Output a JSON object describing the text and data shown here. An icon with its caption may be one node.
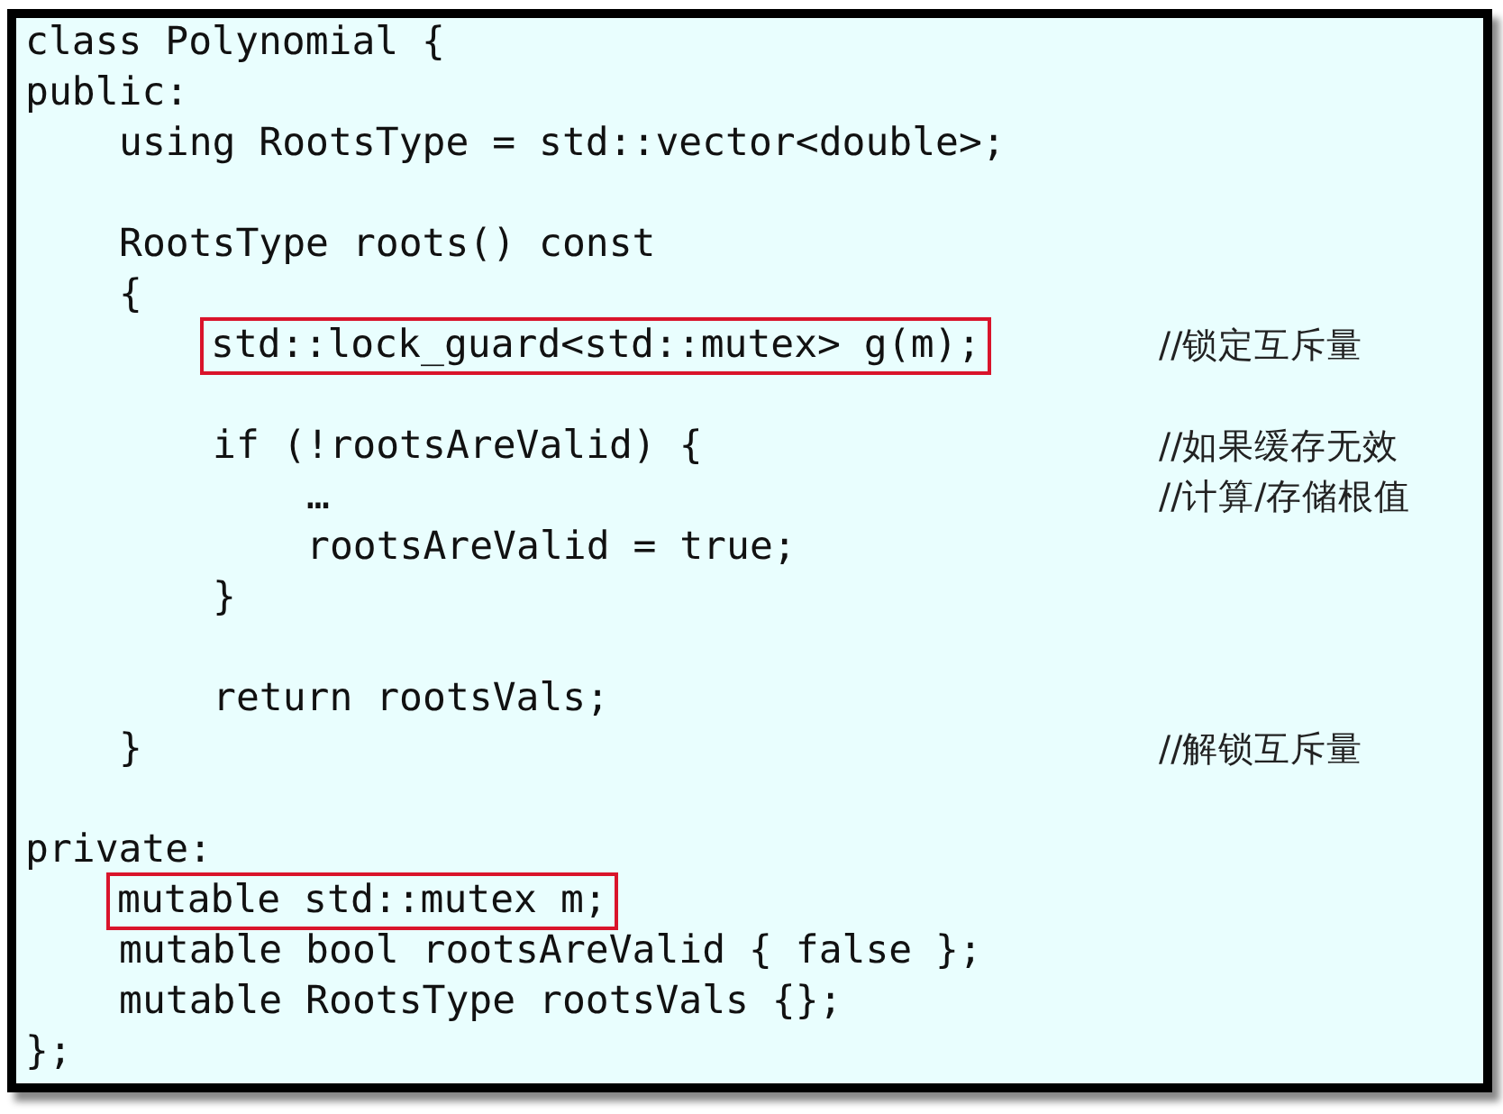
{
  "diagram": {
    "nodes": [
      {
        "text": [
          "std::lock_guard<std::mutex> g(m);"
        ]
      },
      {
        "text": [
          "mutable std::mutex m;"
        ]
      }
    ],
    "labels": [
      "class Polynomial {",
      "public:",
      "using RootsType = std::vector<double>;",
      "RootsType roots() const",
      "{",
      "//锁定互斥量",
      "if (!rootsAreValid) {",
      "//如果缓存无效",
      "…",
      "//计算/存储根值",
      "rootsAreValid = true;",
      "}",
      "return rootsVals;",
      "}",
      "//解锁互斥量",
      "private:",
      "mutable bool rootsAreValid { false };",
      "mutable RootsType rootsVals {};",
      "};"
    ]
  }
}
